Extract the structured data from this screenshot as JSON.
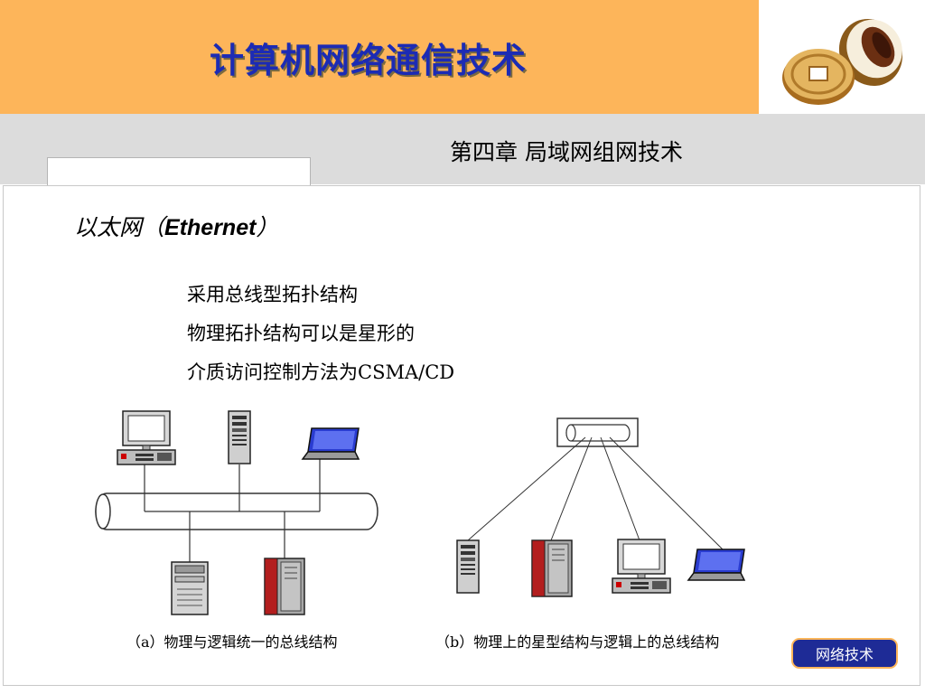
{
  "header": {
    "title": "计算机网络通信技术",
    "logo_icon": "coin-and-pastry-logo-icon",
    "band_color": "#fdb55a",
    "title_color": "#1c2bb4"
  },
  "subheader": {
    "chapter": "第四章  局域网组网技术"
  },
  "content": {
    "heading_cn": "以太网（",
    "heading_en": "Ethernet",
    "heading_close": "）",
    "bullets": [
      "采用总线型拓扑结构",
      "物理拓扑结构可以是星形的",
      "介质访问控制方法为CSMA/CD"
    ]
  },
  "figure": {
    "caption_a": "（a）物理与逻辑统一的总线结构",
    "caption_b": "（b）物理上的星型结构与逻辑上的总线结构",
    "icons": [
      "desktop-computer-icon",
      "tower-server-icon",
      "laptop-icon",
      "rack-server-icon",
      "cable-bus-icon"
    ]
  },
  "footer": {
    "button_label": "网络技术",
    "button_color": "#1e2b96"
  }
}
